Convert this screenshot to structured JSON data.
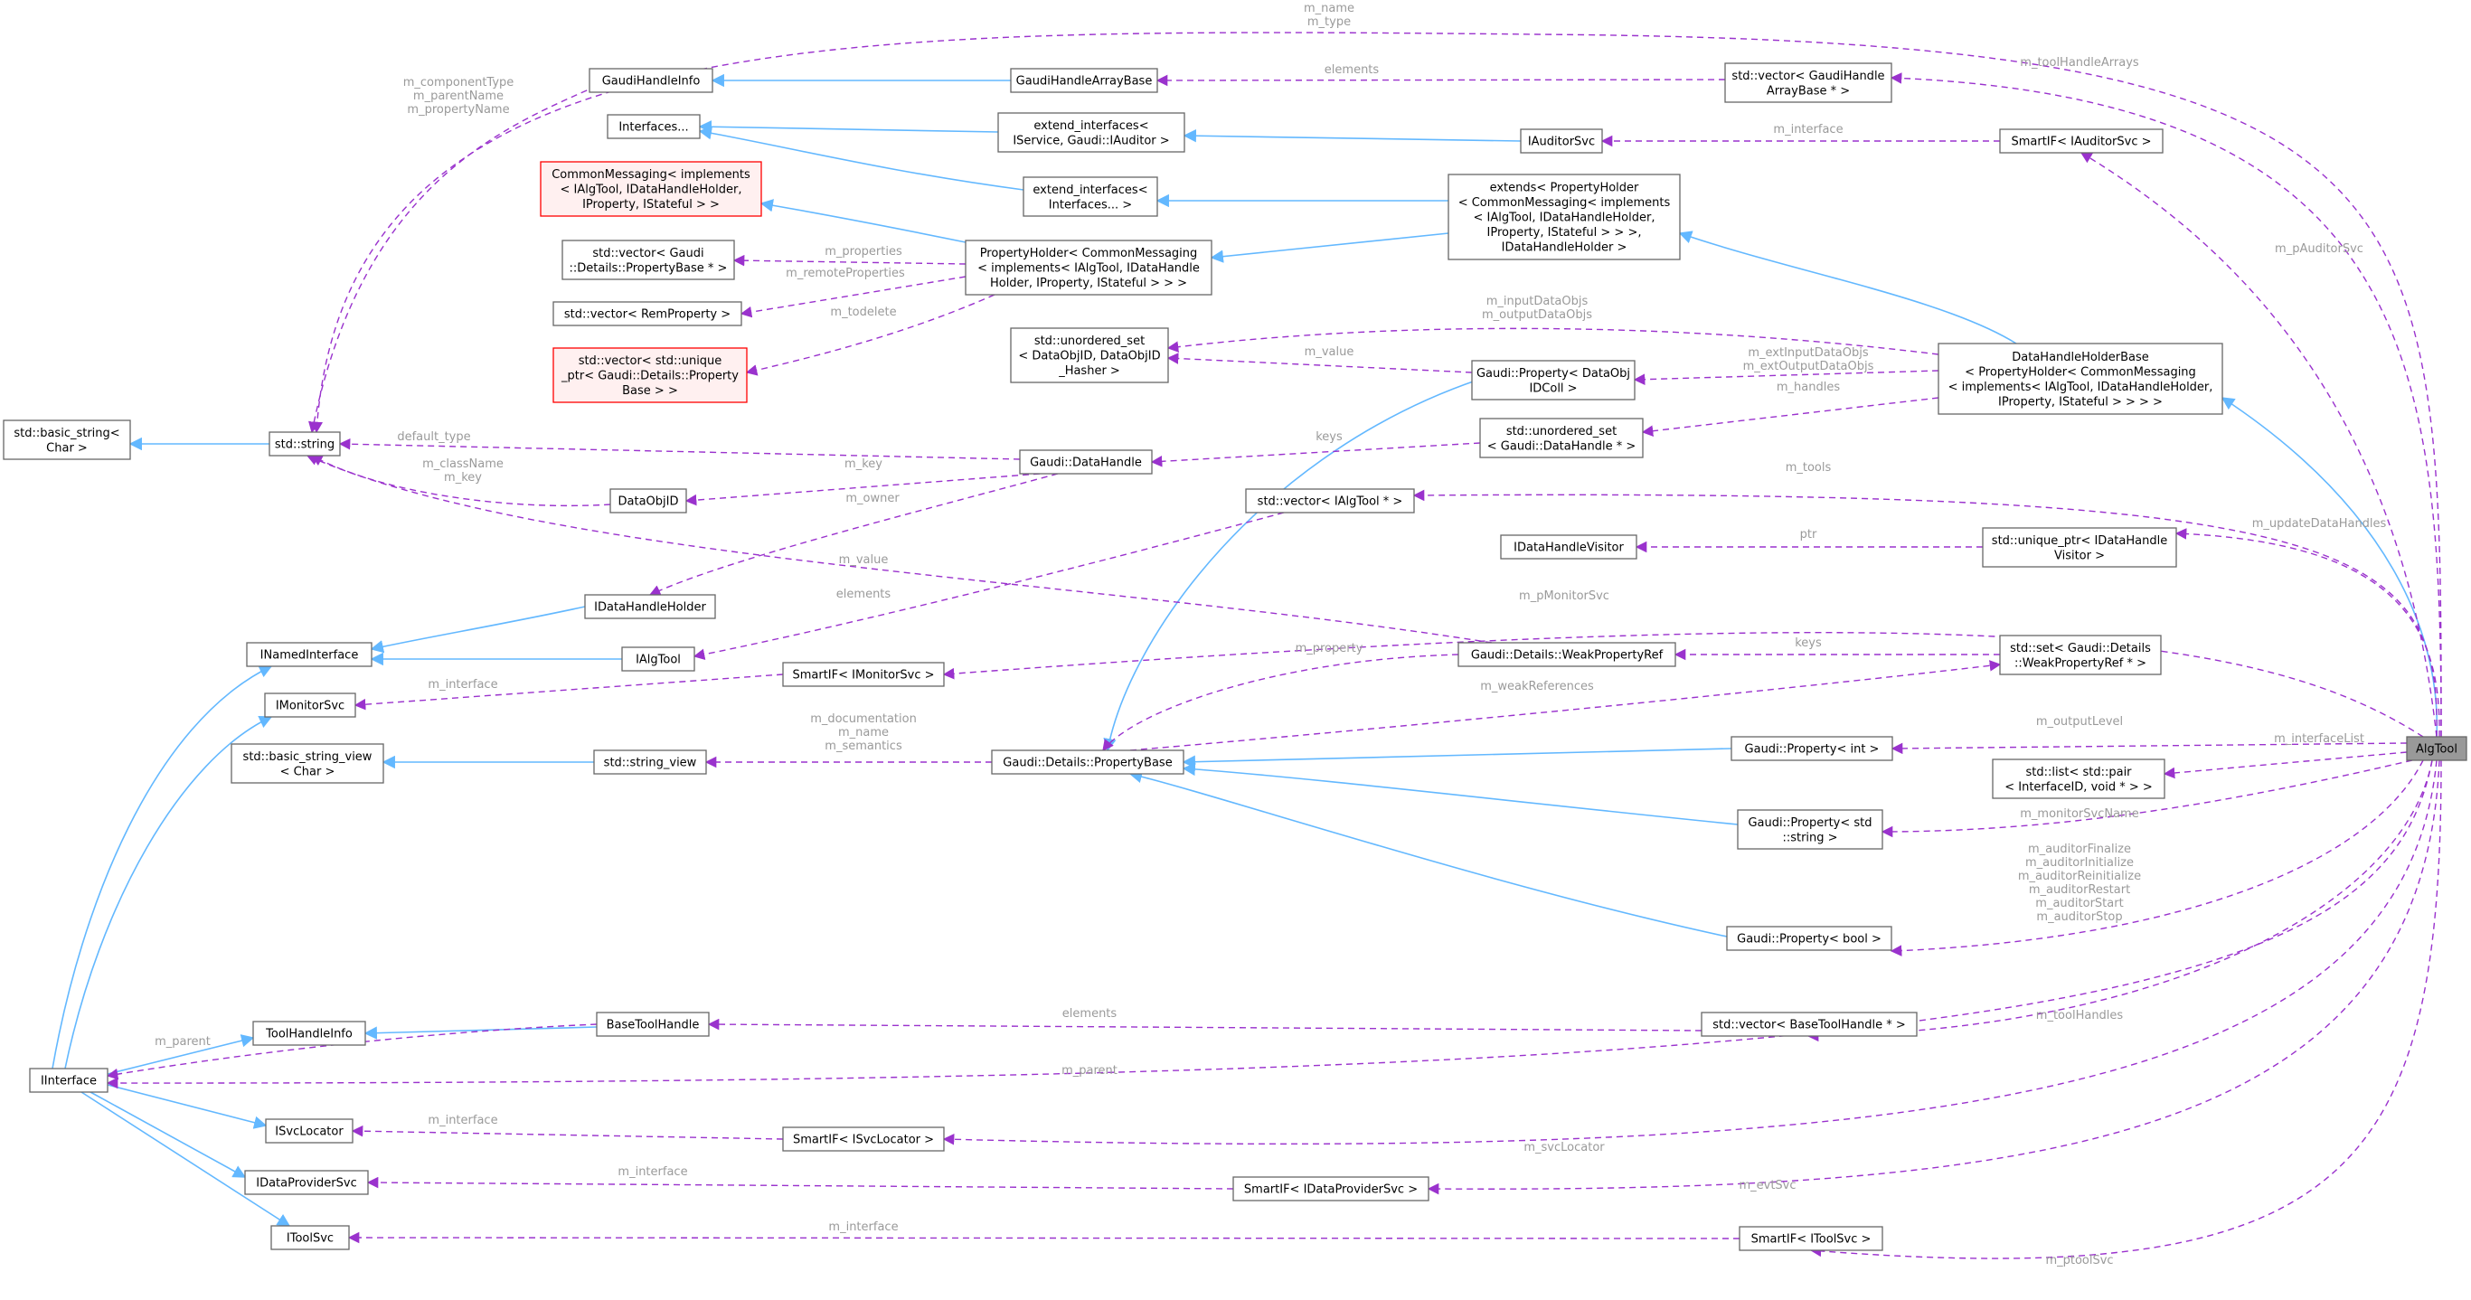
{
  "nodes": [
    {
      "id": "algtool",
      "lines": [
        "AlgTool"
      ],
      "style": "focus"
    },
    {
      "id": "basic_string",
      "lines": [
        "std::basic_string<",
        "Char >"
      ]
    },
    {
      "id": "string",
      "lines": [
        "std::string"
      ]
    },
    {
      "id": "ghinfo",
      "lines": [
        "GaudiHandleInfo"
      ]
    },
    {
      "id": "ghab",
      "lines": [
        "GaudiHandleArrayBase"
      ]
    },
    {
      "id": "vec_ghab",
      "lines": [
        "std::vector< GaudiHandle",
        "ArrayBase * >"
      ]
    },
    {
      "id": "interfaces",
      "lines": [
        "Interfaces..."
      ]
    },
    {
      "id": "ext_if_aud",
      "lines": [
        "extend_interfaces<",
        "IService, Gaudi::IAuditor >"
      ]
    },
    {
      "id": "iauditorsvc",
      "lines": [
        "IAuditorSvc"
      ]
    },
    {
      "id": "sif_auditor",
      "lines": [
        "SmartIF< IAuditorSvc >"
      ]
    },
    {
      "id": "commsg",
      "lines": [
        "CommonMessaging< implements",
        "< IAlgTool, IDataHandleHolder,",
        "IProperty, IStateful > >"
      ],
      "style": "red"
    },
    {
      "id": "ext_if",
      "lines": [
        "extend_interfaces<",
        "Interfaces... >"
      ]
    },
    {
      "id": "extends_ph",
      "lines": [
        "extends< PropertyHolder",
        "< CommonMessaging< implements",
        "< IAlgTool, IDataHandleHolder,",
        "IProperty, IStateful > > >,",
        "IDataHandleHolder >"
      ]
    },
    {
      "id": "vec_propbase",
      "lines": [
        "std::vector< Gaudi",
        "::Details::PropertyBase * >"
      ]
    },
    {
      "id": "propholder",
      "lines": [
        "PropertyHolder< CommonMessaging",
        "< implements< IAlgTool, IDataHandle",
        "Holder, IProperty, IStateful > > >"
      ]
    },
    {
      "id": "vec_remprop",
      "lines": [
        "std::vector< RemProperty >"
      ]
    },
    {
      "id": "vec_uptr",
      "lines": [
        "std::vector< std::unique",
        "_ptr< Gaudi::Details::Property",
        "Base > >"
      ],
      "style": "red"
    },
    {
      "id": "uset_dataobj",
      "lines": [
        "std::unordered_set",
        "< DataObjID, DataObjID",
        "_Hasher >"
      ]
    },
    {
      "id": "prop_dataobj",
      "lines": [
        "Gaudi::Property< DataObj",
        "IDColl >"
      ]
    },
    {
      "id": "dhholderbase",
      "lines": [
        "DataHandleHolderBase",
        "< PropertyHolder< CommonMessaging",
        "< implements< IAlgTool, IDataHandleHolder,",
        "IProperty, IStateful > > > >"
      ]
    },
    {
      "id": "uset_dh",
      "lines": [
        "std::unordered_set",
        "< Gaudi::DataHandle * >"
      ]
    },
    {
      "id": "datahandle",
      "lines": [
        "Gaudi::DataHandle"
      ]
    },
    {
      "id": "dataobjid",
      "lines": [
        "DataObjID"
      ]
    },
    {
      "id": "vec_ialgtool",
      "lines": [
        "std::vector< IAlgTool * >"
      ]
    },
    {
      "id": "idhvisitor",
      "lines": [
        "IDataHandleVisitor"
      ]
    },
    {
      "id": "uptr_dhv",
      "lines": [
        "std::unique_ptr< IDataHandle",
        "Visitor >"
      ]
    },
    {
      "id": "idhholder",
      "lines": [
        "IDataHandleHolder"
      ]
    },
    {
      "id": "inamed",
      "lines": [
        "INamedInterface"
      ]
    },
    {
      "id": "ialgtool",
      "lines": [
        "IAlgTool"
      ]
    },
    {
      "id": "sif_monitor",
      "lines": [
        "SmartIF< IMonitorSvc >"
      ]
    },
    {
      "id": "weakpropref",
      "lines": [
        "Gaudi::Details::WeakPropertyRef"
      ]
    },
    {
      "id": "set_wpr",
      "lines": [
        "std::set< Gaudi::Details",
        "::WeakPropertyRef * >"
      ]
    },
    {
      "id": "imonitorsvc",
      "lines": [
        "IMonitorSvc"
      ]
    },
    {
      "id": "bsv",
      "lines": [
        "std::basic_string_view",
        "< Char >"
      ]
    },
    {
      "id": "string_view",
      "lines": [
        "std::string_view"
      ]
    },
    {
      "id": "propbase",
      "lines": [
        "Gaudi::Details::PropertyBase"
      ]
    },
    {
      "id": "prop_int",
      "lines": [
        "Gaudi::Property< int >"
      ]
    },
    {
      "id": "list_pair",
      "lines": [
        "std::list< std::pair",
        "< InterfaceID, void * > >"
      ]
    },
    {
      "id": "prop_string",
      "lines": [
        "Gaudi::Property< std",
        "::string >"
      ]
    },
    {
      "id": "prop_bool",
      "lines": [
        "Gaudi::Property< bool >"
      ]
    },
    {
      "id": "thinfo",
      "lines": [
        "ToolHandleInfo"
      ]
    },
    {
      "id": "basetoolhandle",
      "lines": [
        "BaseToolHandle"
      ]
    },
    {
      "id": "vec_bth",
      "lines": [
        "std::vector< BaseToolHandle * >"
      ]
    },
    {
      "id": "iinterface",
      "lines": [
        "IInterface"
      ]
    },
    {
      "id": "isvclocator",
      "lines": [
        "ISvcLocator"
      ]
    },
    {
      "id": "sif_svcloc",
      "lines": [
        "SmartIF< ISvcLocator >"
      ]
    },
    {
      "id": "idataprovider",
      "lines": [
        "IDataProviderSvc"
      ]
    },
    {
      "id": "sif_dataprov",
      "lines": [
        "SmartIF< IDataProviderSvc >"
      ]
    },
    {
      "id": "itoolsvc",
      "lines": [
        "IToolSvc"
      ]
    },
    {
      "id": "sif_toolsvc",
      "lines": [
        "SmartIF< IToolSvc >"
      ]
    }
  ],
  "edge_labels": [
    {
      "id": "name_type",
      "lines": [
        "m_name",
        "m_type"
      ]
    },
    {
      "id": "comp",
      "lines": [
        "m_componentType",
        "m_parentName",
        "m_propertyName"
      ]
    },
    {
      "id": "elements_ghab",
      "lines": [
        "elements"
      ]
    },
    {
      "id": "toolHandleArrays",
      "lines": [
        "m_toolHandleArrays"
      ]
    },
    {
      "id": "interface_aud",
      "lines": [
        "m_interface"
      ]
    },
    {
      "id": "pAuditorSvc",
      "lines": [
        "m_pAuditorSvc"
      ]
    },
    {
      "id": "properties",
      "lines": [
        "m_properties"
      ]
    },
    {
      "id": "remoteProperties",
      "lines": [
        "m_remoteProperties"
      ]
    },
    {
      "id": "todelete",
      "lines": [
        "m_todelete"
      ]
    },
    {
      "id": "inout",
      "lines": [
        "m_inputDataObjs",
        "m_outputDataObjs"
      ]
    },
    {
      "id": "value_uset",
      "lines": [
        "m_value"
      ]
    },
    {
      "id": "extinout",
      "lines": [
        "m_extInputDataObjs",
        "m_extOutputDataObjs"
      ]
    },
    {
      "id": "handles",
      "lines": [
        "m_handles"
      ]
    },
    {
      "id": "keys_uset",
      "lines": [
        "keys"
      ]
    },
    {
      "id": "default_type",
      "lines": [
        "default_type"
      ]
    },
    {
      "id": "classname",
      "lines": [
        "m_className",
        "m_key"
      ]
    },
    {
      "id": "key",
      "lines": [
        "m_key"
      ]
    },
    {
      "id": "owner",
      "lines": [
        "m_owner"
      ]
    },
    {
      "id": "tools",
      "lines": [
        "m_tools"
      ]
    },
    {
      "id": "updateDataHandles",
      "lines": [
        "m_updateDataHandles"
      ]
    },
    {
      "id": "ptr",
      "lines": [
        "ptr"
      ]
    },
    {
      "id": "value_wpr",
      "lines": [
        "m_value"
      ]
    },
    {
      "id": "elements_ialg",
      "lines": [
        "elements"
      ]
    },
    {
      "id": "pMonitorSvc",
      "lines": [
        "m_pMonitorSvc"
      ]
    },
    {
      "id": "property",
      "lines": [
        "m_property"
      ]
    },
    {
      "id": "keys_set",
      "lines": [
        "keys"
      ]
    },
    {
      "id": "interface_mon",
      "lines": [
        "m_interface"
      ]
    },
    {
      "id": "weakReferences",
      "lines": [
        "m_weakReferences"
      ]
    },
    {
      "id": "docnamesem",
      "lines": [
        "m_documentation",
        "m_name",
        "m_semantics"
      ]
    },
    {
      "id": "outputLevel",
      "lines": [
        "m_outputLevel"
      ]
    },
    {
      "id": "interfaceList",
      "lines": [
        "m_interfaceList"
      ]
    },
    {
      "id": "monitorSvcName",
      "lines": [
        "m_monitorSvcName"
      ]
    },
    {
      "id": "auditors",
      "lines": [
        "m_auditorFinalize",
        "m_auditorInitialize",
        "m_auditorReinitialize",
        "m_auditorRestart",
        "m_auditorStart",
        "m_auditorStop"
      ]
    },
    {
      "id": "elements_bth",
      "lines": [
        "elements"
      ]
    },
    {
      "id": "toolHandles",
      "lines": [
        "m_toolHandles"
      ]
    },
    {
      "id": "parent_thi",
      "lines": [
        "m_parent"
      ]
    },
    {
      "id": "parent_alg",
      "lines": [
        "m_parent"
      ]
    },
    {
      "id": "interface_svcloc",
      "lines": [
        "m_interface"
      ]
    },
    {
      "id": "svcLocator",
      "lines": [
        "m_svcLocator"
      ]
    },
    {
      "id": "interface_dp",
      "lines": [
        "m_interface"
      ]
    },
    {
      "id": "evtSvc",
      "lines": [
        "m_evtSvc"
      ]
    },
    {
      "id": "interface_ts",
      "lines": [
        "m_interface"
      ]
    },
    {
      "id": "ptoolSvc",
      "lines": [
        "m_ptoolSvc"
      ]
    }
  ]
}
